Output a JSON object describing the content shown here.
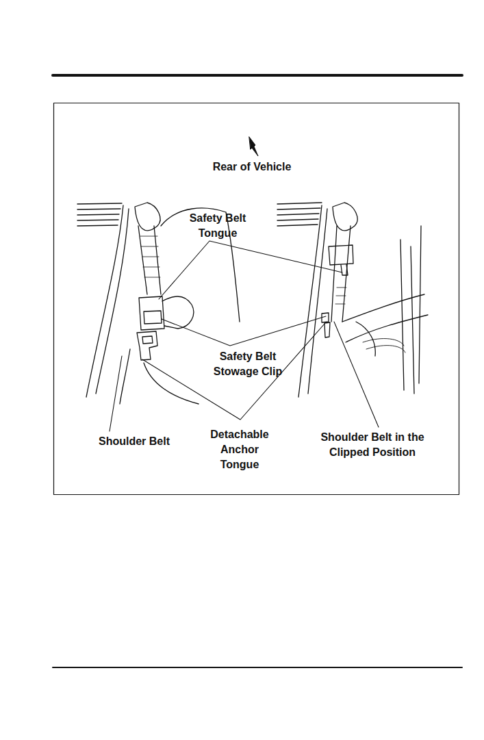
{
  "diagram": {
    "labels": [
      "Rear of Vehicle",
      "Safety Belt Tongue",
      "Safety Belt Stowage Clip",
      "Shoulder Belt",
      "Detachable Anchor Tongue",
      "Shoulder Belt in the Clipped Position"
    ]
  }
}
